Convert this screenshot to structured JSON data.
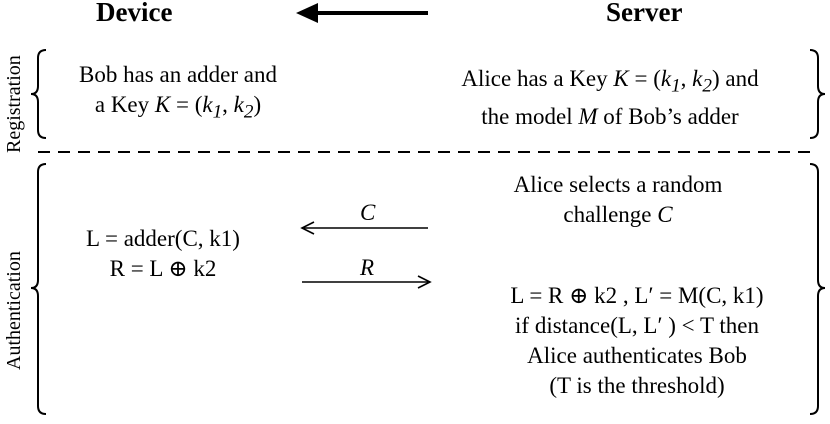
{
  "header": {
    "device": "Device",
    "server": "Server"
  },
  "phases": {
    "registration": "Registration",
    "authentication": "Authentication"
  },
  "registration": {
    "device_line1": "Bob has an adder and",
    "device_line2_pre": "a Key ",
    "device_line2_var": "K",
    "device_line2_post": " = (",
    "server_line1_pre": "Alice has a Key ",
    "server_line1_var": "K",
    "server_line1_post": " = (",
    "server_line2_pre": "the model ",
    "server_line2_var": "M",
    "server_line2_post": " of Bob’s adder",
    "k1": "k",
    "k1_sub": "1",
    "k2": "k",
    "k2_sub": "2"
  },
  "authentication": {
    "challenge_line1": "Alice selects a random",
    "challenge_line2_pre": "challenge ",
    "challenge_var": "C",
    "arrow_c_label": "C",
    "arrow_r_label": "R",
    "device_eq1": "L = adder(C, k1)",
    "device_eq2": "R = L ⊕ k2",
    "server_eq1": "L = R ⊕ k2 , L′ = M(C, k1)",
    "server_eq2": "if distance(L, L′ ) < T then",
    "server_eq3": "Alice authenticates Bob",
    "server_eq4": "(T is the threshold)"
  }
}
